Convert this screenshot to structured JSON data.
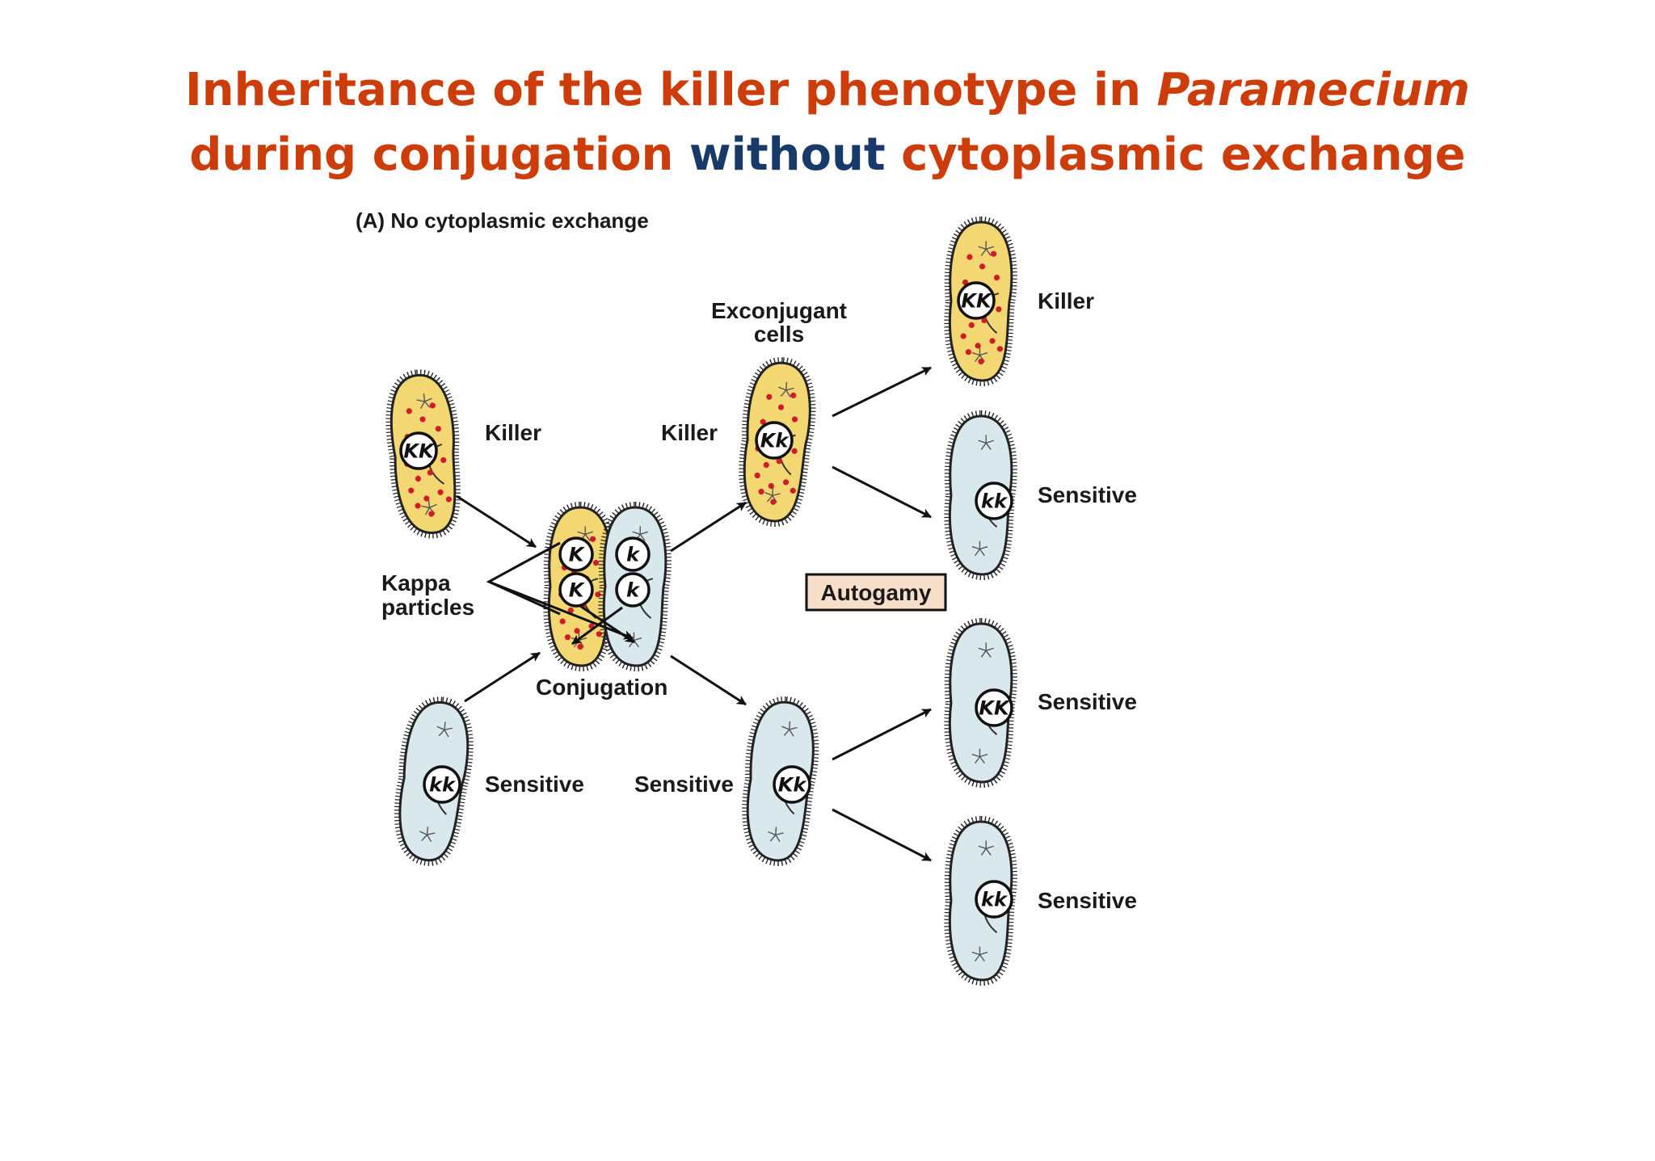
{
  "title": {
    "line1_pre": "Inheritance of the killer phenotype in ",
    "line1_italic": "Paramecium",
    "line2_pre": "during conjugation ",
    "line2_highlight": "without",
    "line2_post": " cytoplasmic exchange"
  },
  "colors": {
    "title": "#cc3d0b",
    "highlight": "#173a6b",
    "killer_fill": "#f2d773",
    "sensitive_fill": "#d9e8ec",
    "kappa": "#d11b2b",
    "autogamy_box": "#f7dfc9"
  },
  "panel_label": "(A) No cytoplasmic exchange",
  "labels": {
    "killer_parent": "Killer",
    "sensitive_parent": "Sensitive",
    "kappa": "Kappa",
    "particles": "particles",
    "conjugation": "Conjugation",
    "exconjugant_1": "Exconjugant",
    "exconjugant_2": "cells",
    "exconj_killer": "Killer",
    "exconj_sensitive": "Sensitive",
    "autogamy": "Autogamy",
    "progeny_1": "Killer",
    "progeny_2": "Sensitive",
    "progeny_3": "Sensitive",
    "progeny_4": "Sensitive"
  },
  "nuclei": {
    "killer_parent": "KK",
    "sensitive_parent": "kk",
    "conj_left_top": "K",
    "conj_left_bottom": "K",
    "conj_right_top": "k",
    "conj_right_bottom": "k",
    "exconj_killer": "Kk",
    "exconj_sensitive": "Kk",
    "progeny_1": "KK",
    "progeny_2": "kk",
    "progeny_3": "KK",
    "progeny_4": "kk"
  }
}
